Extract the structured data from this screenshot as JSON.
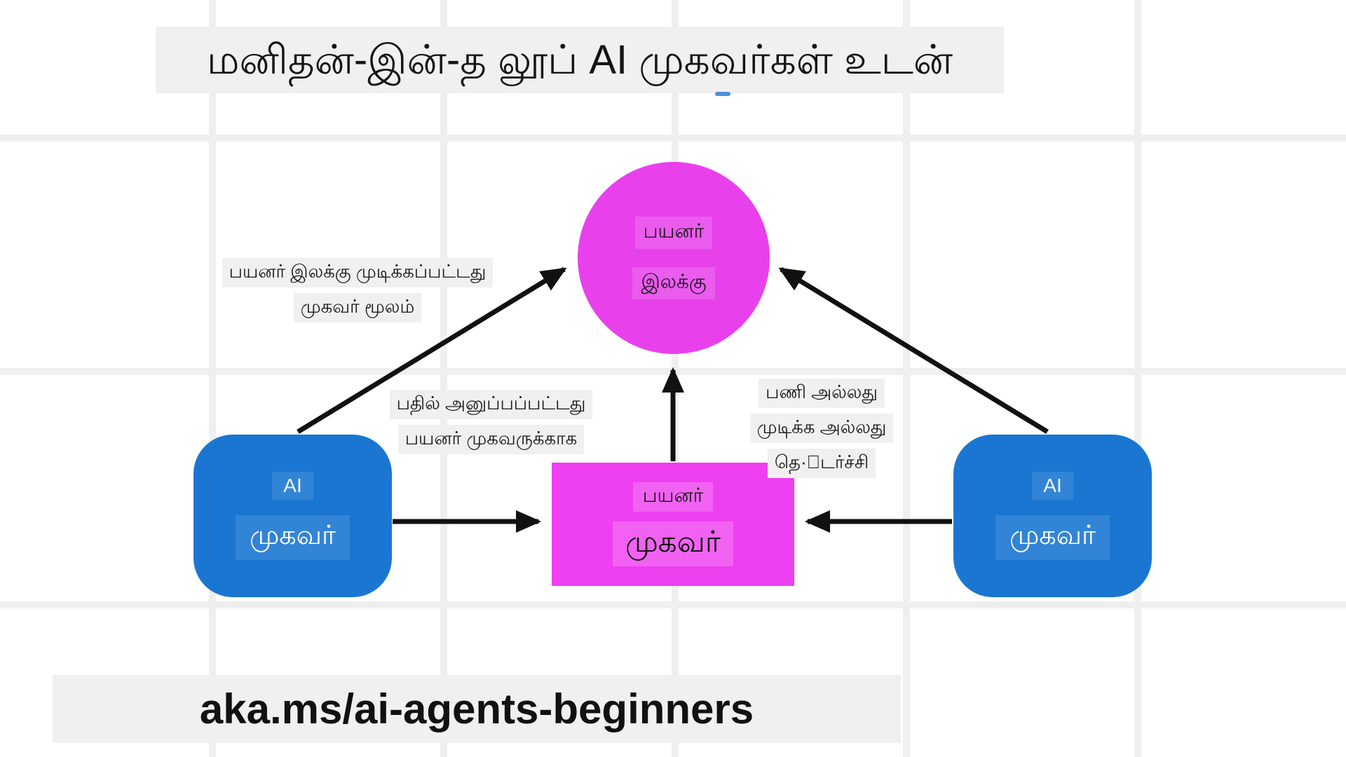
{
  "title": {
    "text": "மனிதன்-இன்-த லூப் AI முகவர்கள் உடன்"
  },
  "diagram": {
    "user_goal": {
      "line1": "பயனர்",
      "line2": "இலக்கு"
    },
    "user_agent": {
      "line1": "பயனர்",
      "line2": "முகவர்"
    },
    "ai_agent_left": {
      "line1": "AI",
      "line2": "முகவர்"
    },
    "ai_agent_right": {
      "line1": "AI",
      "line2": "முகவர்"
    },
    "labels": {
      "goal_completed": {
        "line1": "பயனர் இலக்கு முடிக்கப்பட்டது",
        "line2": "முகவர் மூலம்"
      },
      "reply_sent": {
        "line1": "பதில் அனுப்பப்பட்டது",
        "line2": "பயனர் முகவருக்காக"
      },
      "task_or_complete": {
        "line1": "பணி அல்லது",
        "line2": "முடிக்க அல்லது",
        "line3": "தெ·ாடர்ச்சி"
      }
    }
  },
  "footer": {
    "link_text": "aka.ms/ai-agents-beginners"
  },
  "colors": {
    "agent_box_blue": "#1b76d2",
    "user_goal_magenta": "#e841ec",
    "user_agent_magenta": "#ee40f0",
    "panel_gray": "#f0f0f0",
    "grid_line_gray": "#efefef",
    "arrow_black": "#111111",
    "title_text": "#151515",
    "accent_blue_dash": "#4a90d9"
  }
}
